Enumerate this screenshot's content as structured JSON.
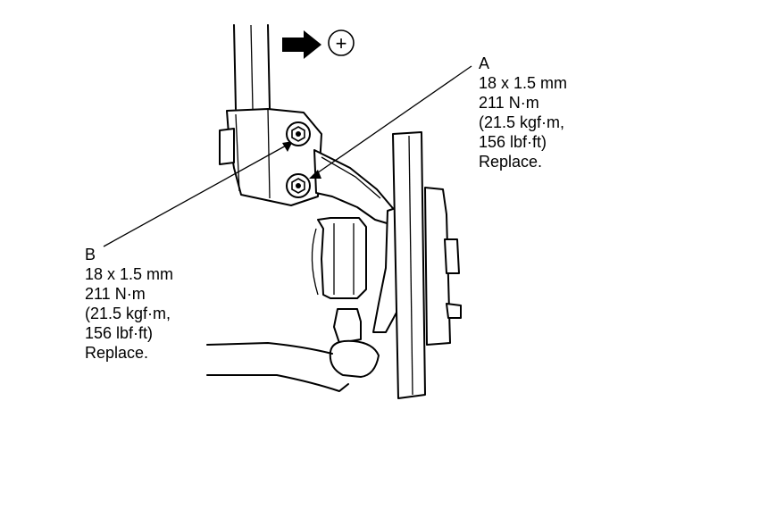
{
  "direction_symbol": "+",
  "callout_a": {
    "letter": "A",
    "size": "18 x 1.5 mm",
    "torque_nm": "211 N·m",
    "torque_kgf": "(21.5 kgf·m,",
    "torque_lbf": "156 lbf·ft)",
    "note": "Replace."
  },
  "callout_b": {
    "letter": "B",
    "size": "18 x 1.5 mm",
    "torque_nm": "211 N·m",
    "torque_kgf": "(21.5 kgf·m,",
    "torque_lbf": "156 lbf·ft)",
    "note": "Replace."
  },
  "icons": {
    "direction_arrow": "right-arrow-icon",
    "plus_marker": "circled-plus-icon",
    "bolt": "hex-bolt-icon"
  }
}
